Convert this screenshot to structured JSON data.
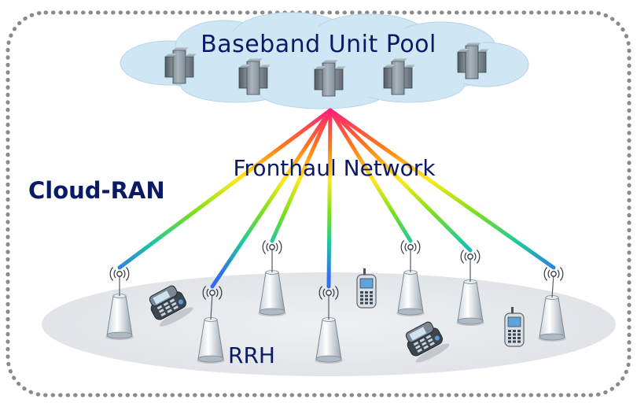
{
  "diagram": {
    "title": "Baseband Unit Pool",
    "fronthaul_label": "Fronthaul Network",
    "system_label": "Cloud-RAN",
    "rrh_label": "RRH",
    "bbu_unit_count": 5,
    "rrh_count": 7,
    "user_device_count": 4,
    "colors": {
      "text": "#0b1a66",
      "cloud": "#cfe6f4",
      "ground": "#e8eaed",
      "border": "#8a8a8a",
      "link_top": "#ff2a7a",
      "link_bottom": "#2f6ff0"
    }
  }
}
